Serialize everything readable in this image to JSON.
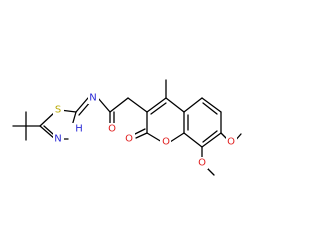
{
  "colors": {
    "bond": "#000000",
    "nitrogen": "#2a2ad6",
    "oxygen": "#e01f1f",
    "sulfur": "#b8a800",
    "background": "#ffffff"
  },
  "atoms": {
    "s1": "S",
    "n_exo": "N",
    "n_ring": "N",
    "nh_ring": "H",
    "o_amide": "O",
    "o_lactone_carbonyl": "O",
    "o_ring": "O",
    "o_methoxy_7": "O",
    "o_methoxy_8": "O"
  }
}
